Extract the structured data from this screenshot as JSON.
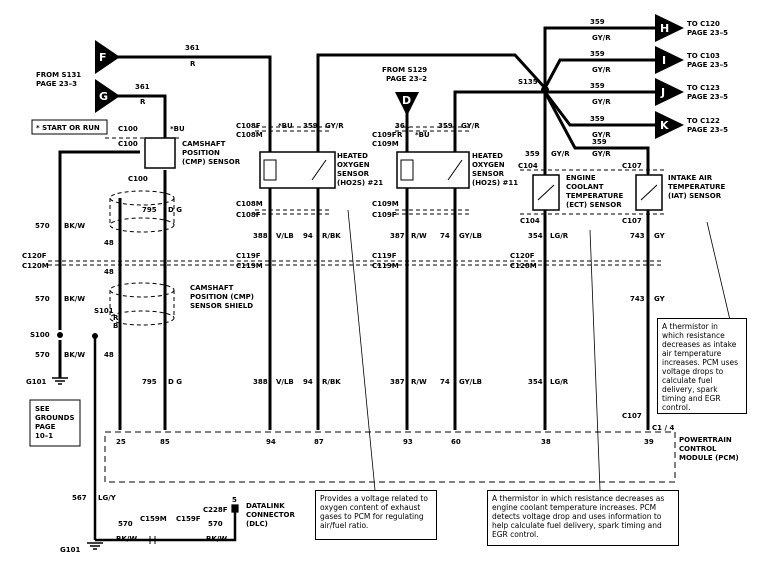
{
  "flags": {
    "F": "F",
    "G": "G",
    "D": "D",
    "H": "H",
    "I": "I",
    "J": "J",
    "K": "K"
  },
  "refs": {
    "from_s131": "FROM S131",
    "s131_page": "PAGE 23–3",
    "from_s129": "FROM S129",
    "s129_page": "PAGE 23–2",
    "to_c120": "TO C120",
    "to_c103": "TO C103",
    "to_c123": "TO C123",
    "to_c122": "TO C122",
    "page_23_5": "PAGE 23–5"
  },
  "legend": "* START OR RUN",
  "components": {
    "cmp_sensor": [
      "CAMSHAFT",
      "POSITION",
      "(CMP) SENSOR"
    ],
    "cmp_shield": [
      "CAMSHAFT",
      "POSITION (CMP)",
      "SENSOR SHIELD"
    ],
    "ho2s21": [
      "HEATED",
      "OXYGEN",
      "SENSOR",
      "(HO2S) #21"
    ],
    "ho2s11": [
      "HEATED",
      "OXYGEN",
      "SENSOR",
      "(HO2S) #11"
    ],
    "ect": [
      "ENGINE",
      "COOLANT",
      "TEMPERATURE",
      "(ECT) SENSOR"
    ],
    "iat": [
      "INTAKE AIR",
      "TEMPERATURE",
      "(IAT) SENSOR"
    ],
    "pcm": [
      "POWERTRAIN",
      "CONTROL",
      "MODULE (PCM)"
    ],
    "dlc": [
      "DATALINK",
      "CONNECTOR",
      "(DLC)"
    ],
    "grounds": [
      "SEE",
      "GROUNDS",
      "PAGE",
      "10–1"
    ]
  },
  "connectors": {
    "c100": "C100",
    "c108f": "C108F",
    "c108m": "C108M",
    "c109f": "C109F",
    "c109m": "C109M",
    "c120f": "C120F",
    "c120m": "C120M",
    "c119f": "C119F",
    "c119m": "C119M",
    "c104": "C104",
    "c107": "C107",
    "s135": "S135",
    "s100": "S100",
    "s101": "S101",
    "g101": "G101",
    "c159m": "C159M",
    "c159f": "C159F",
    "c228f": "C228F",
    "star_bu": "*BU"
  },
  "wires": {
    "w361": "361",
    "w359": "359",
    "w570": "570",
    "w795": "795",
    "w48": "48",
    "w388": "388",
    "w94": "94",
    "w387": "387",
    "w74": "74",
    "w354": "354",
    "w743": "743",
    "w567": "567",
    "r": "R",
    "gvr": "GY/R",
    "bkw": "BK/W",
    "dg": "D G",
    "vlb": "V/LB",
    "rbk": "R/BK",
    "rw": "R/W",
    "gylb": "GY/LB",
    "lgr": "LG/R",
    "gy": "GY",
    "lgy": "LG/Y",
    "b": "B"
  },
  "pins": [
    "25",
    "85",
    "94",
    "87",
    "93",
    "60",
    "38",
    "39",
    "5"
  ],
  "pin_c1": "C1 / 4",
  "notes": {
    "iat": "A thermistor in which resistance decreases as intake air temperature increases. PCM uses voltage drops to calculate fuel delivery, spark timing and EGR control.",
    "ho2s": "Provides a voltage related to oxygen content of exhaust gases to PCM for regulating air/fuel ratio.",
    "ect": "A thermistor in which resistance decreases as engine coolant temperature increases. PCM detects voltage drop and uses information to help calculate fuel delivery, spark timing and EGR control."
  }
}
